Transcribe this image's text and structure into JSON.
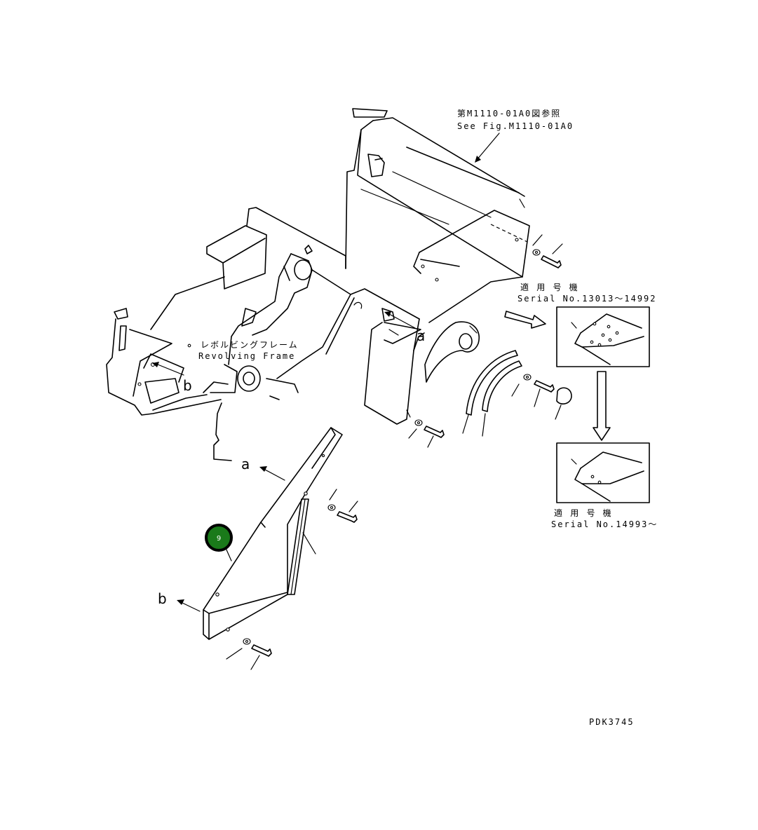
{
  "labels": {
    "see_fig_ja": "第M1110-01A0図参照",
    "see_fig_en": "See Fig.M1110-01A0",
    "revolving_frame_ja": "レボルビングフレーム",
    "revolving_frame_en": "Revolving Frame",
    "serial_range_1_ja": "適 用 号 機",
    "serial_range_1_en": "Serial No.13013～14992",
    "serial_range_2_ja": "適 用 号 機",
    "serial_range_2_en": "Serial No.14993～",
    "view_a": "a",
    "view_b": "b",
    "drawing_number": "PDK3745"
  },
  "callout": {
    "number": "9",
    "fill": "#1a7a1a",
    "ring": "#000000"
  }
}
